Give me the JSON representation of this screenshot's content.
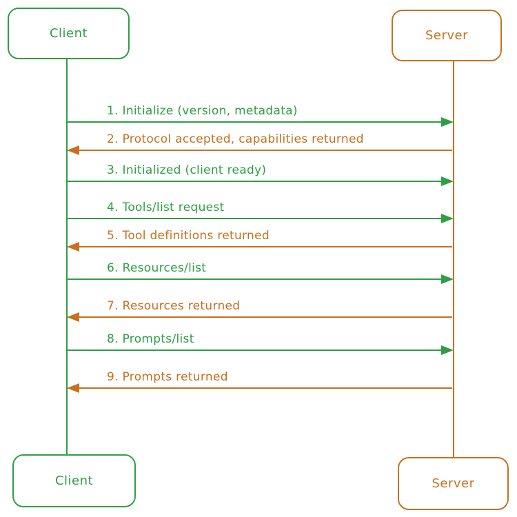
{
  "diagram": {
    "type": "sequence-diagram",
    "actors": {
      "client": {
        "label": "Client",
        "color": "#2f9e44"
      },
      "server": {
        "label": "Server",
        "color": "#c7701f"
      }
    },
    "messages": [
      {
        "label": "1. Initialize (version, metadata)",
        "from": "client",
        "to": "server",
        "color": "#2f9e44"
      },
      {
        "label": "2. Protocol accepted, capabilities returned",
        "from": "server",
        "to": "client",
        "color": "#c7701f"
      },
      {
        "label": "3. Initialized (client ready)",
        "from": "client",
        "to": "server",
        "color": "#2f9e44"
      },
      {
        "label": "4. Tools/list request",
        "from": "client",
        "to": "server",
        "color": "#2f9e44"
      },
      {
        "label": "5. Tool definitions returned",
        "from": "server",
        "to": "client",
        "color": "#c7701f"
      },
      {
        "label": "6. Resources/list",
        "from": "client",
        "to": "server",
        "color": "#2f9e44"
      },
      {
        "label": "7. Resources returned",
        "from": "server",
        "to": "client",
        "color": "#c7701f"
      },
      {
        "label": "8. Prompts/list",
        "from": "client",
        "to": "server",
        "color": "#2f9e44"
      },
      {
        "label": "9. Prompts returned",
        "from": "server",
        "to": "client",
        "color": "#c7701f"
      }
    ]
  },
  "colors": {
    "green": "#2f9e44",
    "orange": "#c7701f",
    "background": "#ffffff"
  }
}
